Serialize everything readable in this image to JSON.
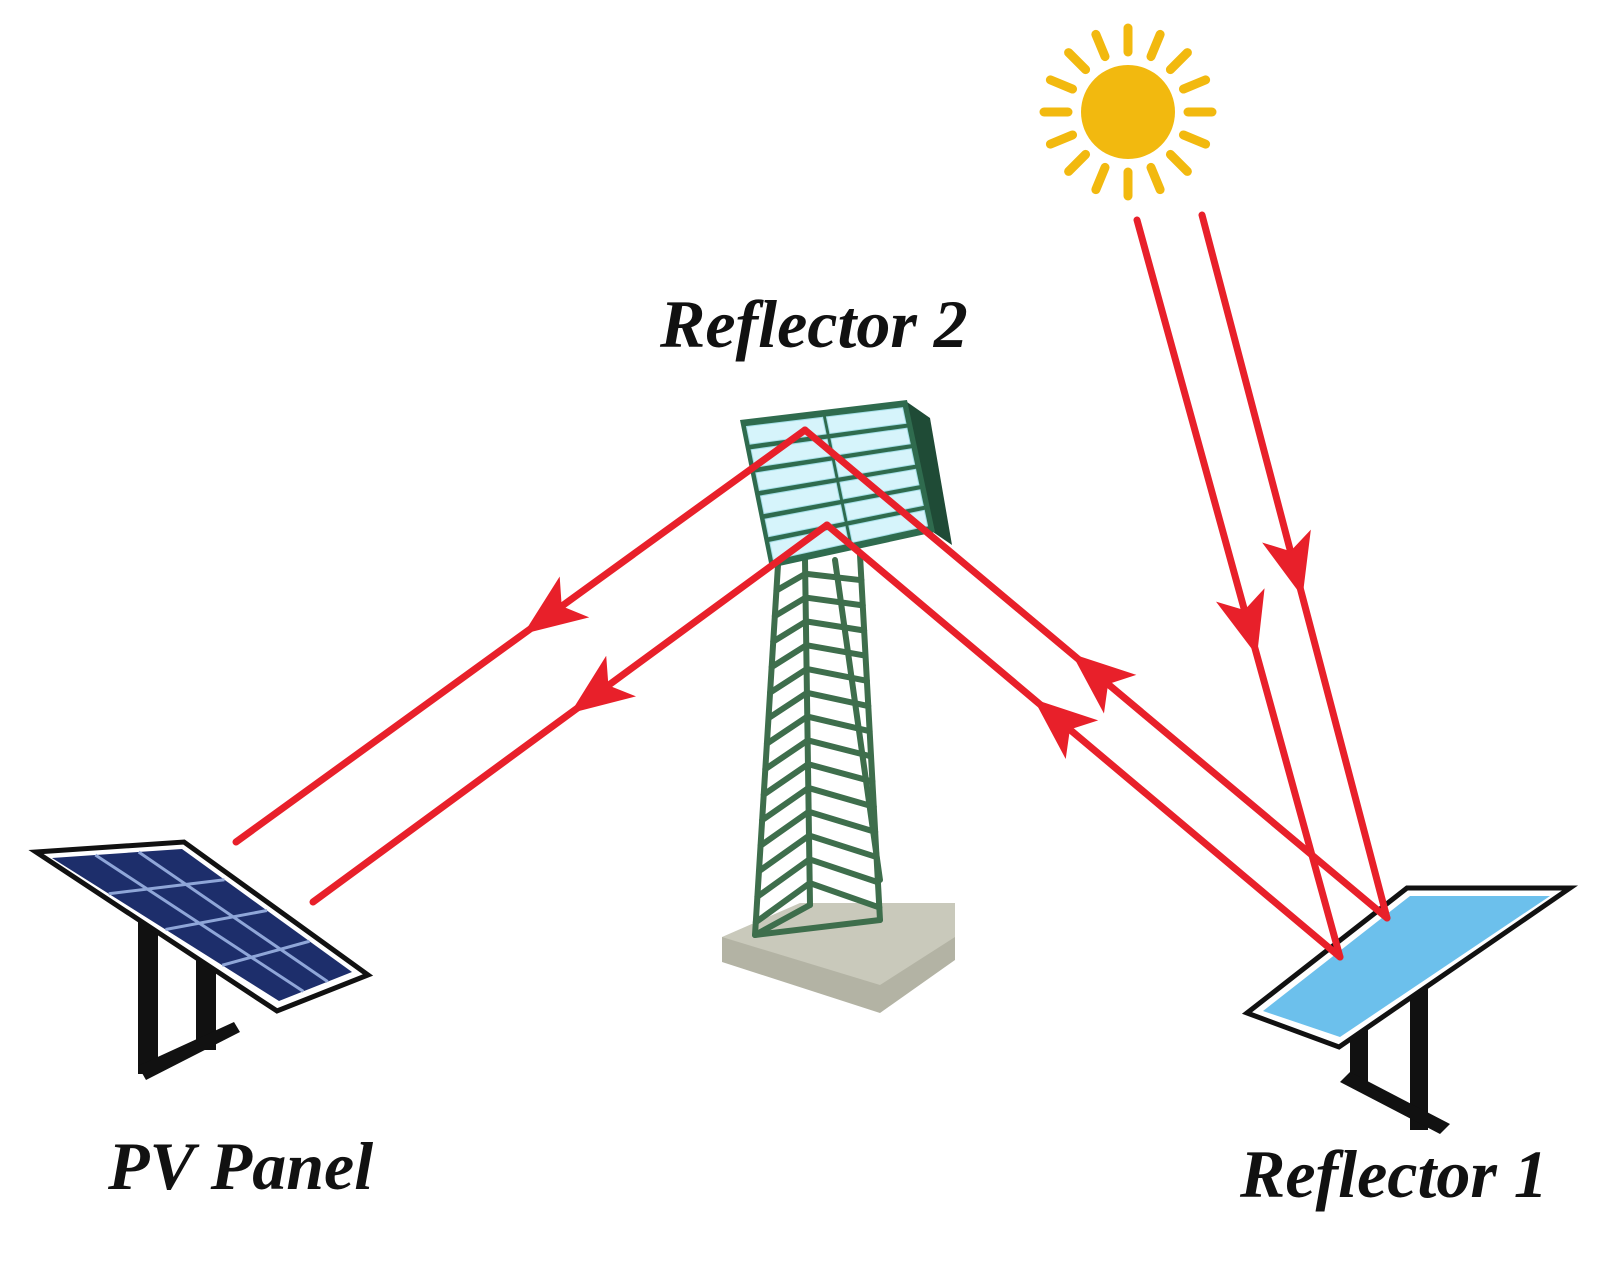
{
  "labels": {
    "reflector_2": "Reflector 2",
    "pv_panel": "PV Panel",
    "reflector_1": "Reflector 1"
  },
  "icons": {
    "sun": "sun-icon",
    "tower": "lattice-tower-icon",
    "pv_panel": "solar-panel-icon",
    "reflector_1": "flat-mirror-icon",
    "reflector_2": "tower-mirror-icon"
  },
  "colors": {
    "ray": "#e8202a",
    "sun": "#f2b90f",
    "pv_panel": "#1d2e6b",
    "pv_grid": "#8fa6d8",
    "reflector_1": "#6cc0ec",
    "reflector_2_glass": "#d6f4fb",
    "reflector_2_frame": "#2f6b4e",
    "tower": "#3e6e4c",
    "tower_base": "#c9c9bb",
    "stand": "#111111"
  }
}
